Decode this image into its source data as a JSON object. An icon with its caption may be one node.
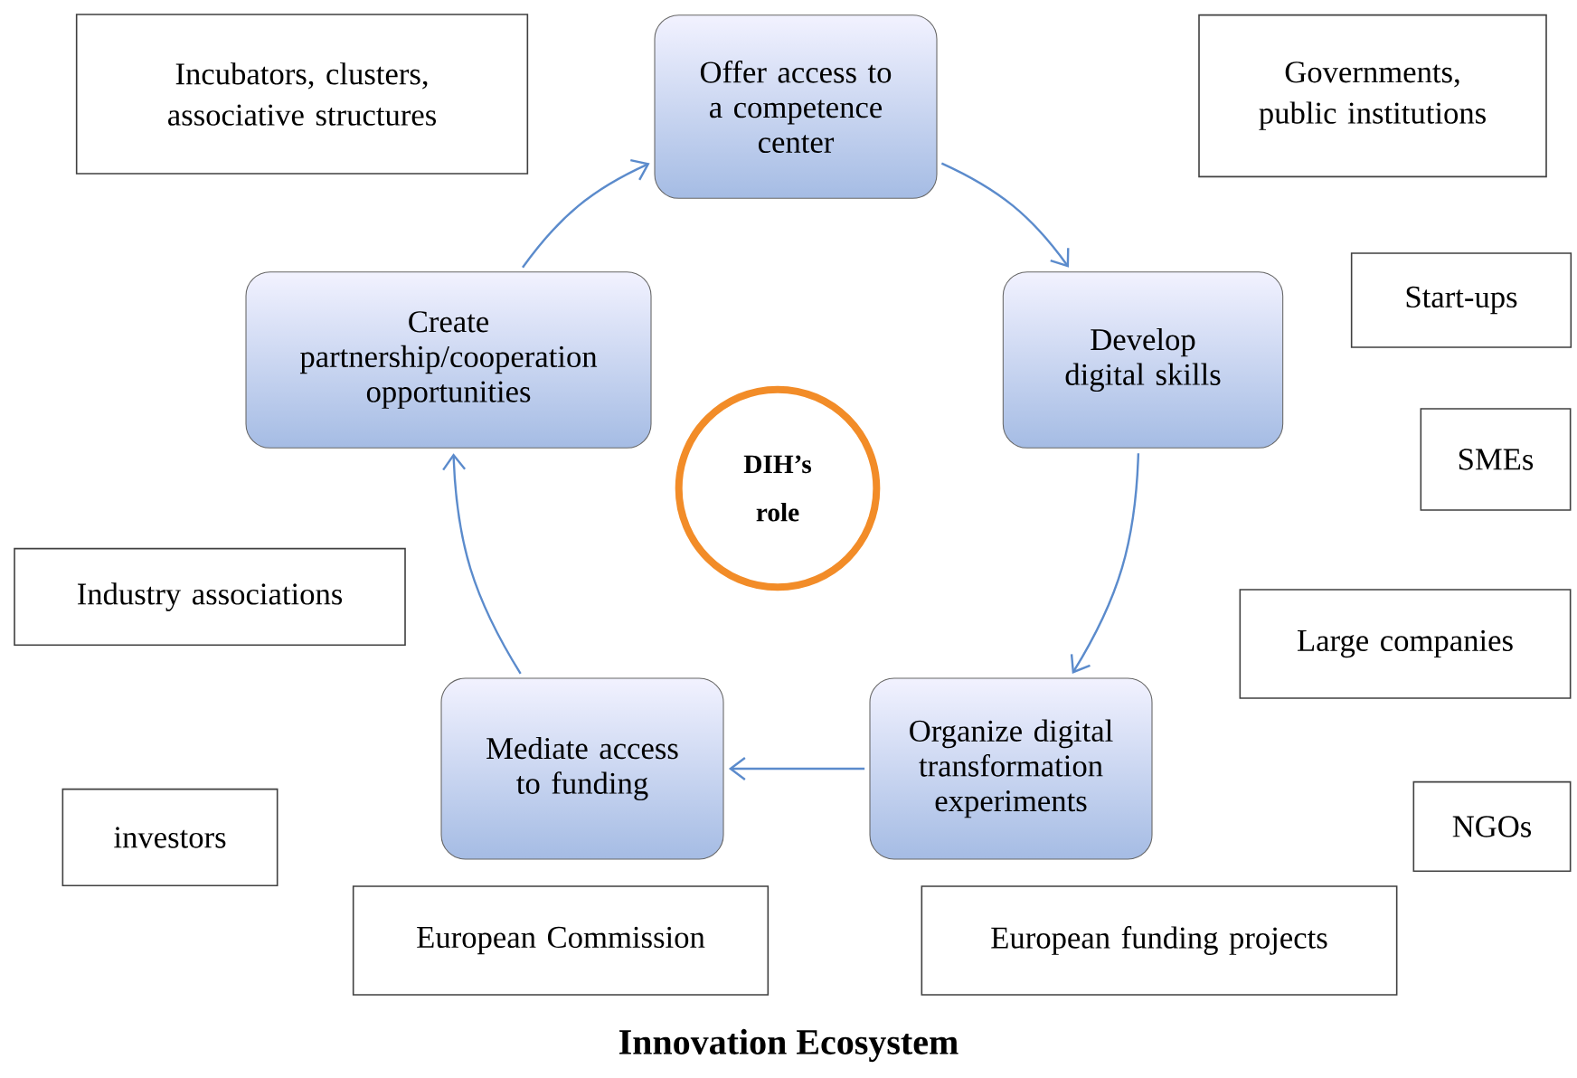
{
  "diagram": {
    "title": "Innovation Ecosystem",
    "nodes": [
      {
        "text": [
          "Incubators, clusters, associative structures"
        ]
      },
      {
        "text": [
          "Offer access to a competence center"
        ]
      },
      {
        "text": [
          "Governments, public institutions"
        ]
      },
      {
        "text": [
          "Create partnership/cooperation opportunities"
        ]
      },
      {
        "text": [
          "Develop digital skills"
        ]
      },
      {
        "text": [
          "Start-ups"
        ]
      },
      {
        "text": [
          "DIH’s role"
        ]
      },
      {
        "text": [
          "SMEs"
        ]
      },
      {
        "text": [
          "Industry associations"
        ]
      },
      {
        "text": [
          "Large companies"
        ]
      },
      {
        "text": [
          "Mediate access to funding"
        ]
      },
      {
        "text": [
          "Organize digital transformation experiments"
        ]
      },
      {
        "text": [
          "investors"
        ]
      },
      {
        "text": [
          "NGOs"
        ]
      },
      {
        "text": [
          "European Commission"
        ]
      },
      {
        "text": [
          "European funding projects"
        ]
      }
    ],
    "edges": [
      {
        "from": 3,
        "to": 1,
        "arrow": "to"
      },
      {
        "from": 1,
        "to": 4,
        "arrow": "to"
      },
      {
        "from": 4,
        "to": 11,
        "arrow": "to"
      },
      {
        "from": 11,
        "to": 10,
        "arrow": "to"
      },
      {
        "from": 10,
        "to": 3,
        "arrow": "to"
      }
    ]
  }
}
